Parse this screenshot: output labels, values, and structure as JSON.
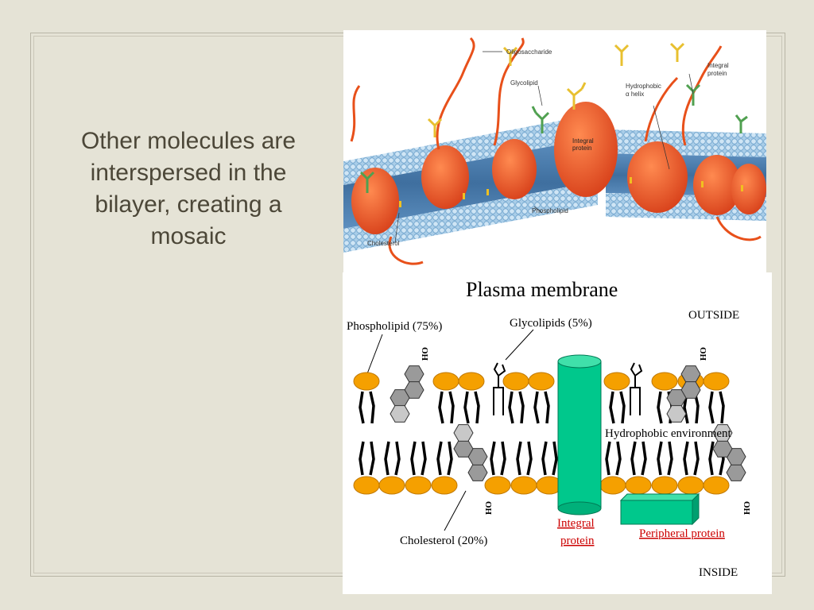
{
  "slide": {
    "caption": "Other molecules are interspersed in the bilayer, creating a mosaic"
  },
  "top_figure": {
    "labels": {
      "oligosaccharide": "Oligosaccharide",
      "glycolipid": "Glycolipid",
      "integral_protein_top": "Integral protein",
      "hydrophobic_helix": "Hydrophobic α helix",
      "integral_protein_mid": "Integral protein",
      "phospholipid": "Phospholipid",
      "cholesterol": "Cholesterol"
    }
  },
  "bottom_figure": {
    "title": "Plasma membrane",
    "outside": "OUTSIDE",
    "inside": "INSIDE",
    "phospholipid": "Phospholipid (75%)",
    "glycolipids": "Glycolipids (5%)",
    "cholesterol": "Cholesterol (20%)",
    "hydrophobic": "Hydrophobic environment",
    "integral_line1": "Integral",
    "integral_line2": "protein",
    "peripheral": "Peripheral protein",
    "oh": "OH"
  },
  "colors": {
    "background": "#e5e3d6",
    "caption_text": "#4c4738",
    "head_orange": "#f5a000",
    "protein_green": "#00c88c",
    "protein_label_red": "#cc0000",
    "membrane_blue": "#8ab8dc",
    "protein_orange": "#e8501a"
  }
}
